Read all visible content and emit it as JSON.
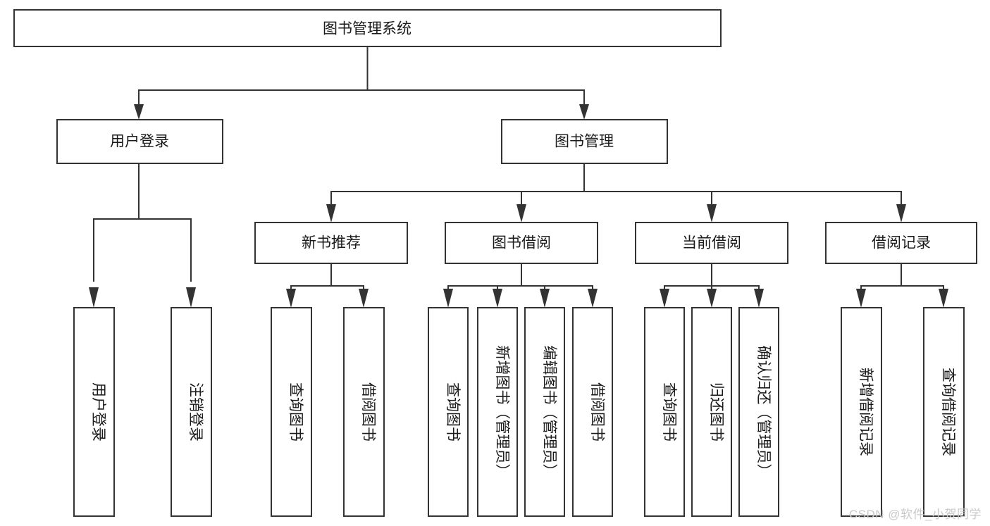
{
  "diagram": {
    "type": "tree-hierarchy",
    "title": "图书管理系统",
    "watermark": "CSDN @软件_小贺同学",
    "root": {
      "id": "root",
      "label": "图书管理系统"
    },
    "level2": [
      {
        "id": "user-login",
        "label": "用户登录"
      },
      {
        "id": "book-management",
        "label": "图书管理"
      }
    ],
    "level3": [
      {
        "id": "new-book-recommend",
        "label": "新书推荐",
        "parent": "book-management"
      },
      {
        "id": "book-borrow",
        "label": "图书借阅",
        "parent": "book-management"
      },
      {
        "id": "current-borrow",
        "label": "当前借阅",
        "parent": "book-management"
      },
      {
        "id": "borrow-record",
        "label": "借阅记录",
        "parent": "book-management"
      }
    ],
    "leaves": {
      "user-login": [
        {
          "id": "leaf-user-login",
          "label": "用户登录"
        },
        {
          "id": "leaf-user-logout",
          "label": "注销登录"
        }
      ],
      "new-book-recommend": [
        {
          "id": "leaf-query-book-1",
          "label": "查询图书"
        },
        {
          "id": "leaf-borrow-book-1",
          "label": "借阅图书"
        }
      ],
      "book-borrow": [
        {
          "id": "leaf-query-book-2",
          "label": "查询图书"
        },
        {
          "id": "leaf-add-book",
          "label": "新增图书（管理员）"
        },
        {
          "id": "leaf-edit-book",
          "label": "编辑图书（管理员）"
        },
        {
          "id": "leaf-borrow-book-2",
          "label": "借阅图书"
        }
      ],
      "current-borrow": [
        {
          "id": "leaf-query-book-3",
          "label": "查询图书"
        },
        {
          "id": "leaf-return-book",
          "label": "归还图书"
        },
        {
          "id": "leaf-confirm-return",
          "label": "确认归还（管理员）"
        }
      ],
      "borrow-record": [
        {
          "id": "leaf-add-record",
          "label": "新增借阅记录"
        },
        {
          "id": "leaf-query-record",
          "label": "查询借阅记录"
        }
      ]
    },
    "colors": {
      "box_fill": "#ffffff",
      "box_stroke": "#333333",
      "text": "#1a1a1a",
      "watermark": "#c9c9c9",
      "background": "#ffffff"
    }
  }
}
